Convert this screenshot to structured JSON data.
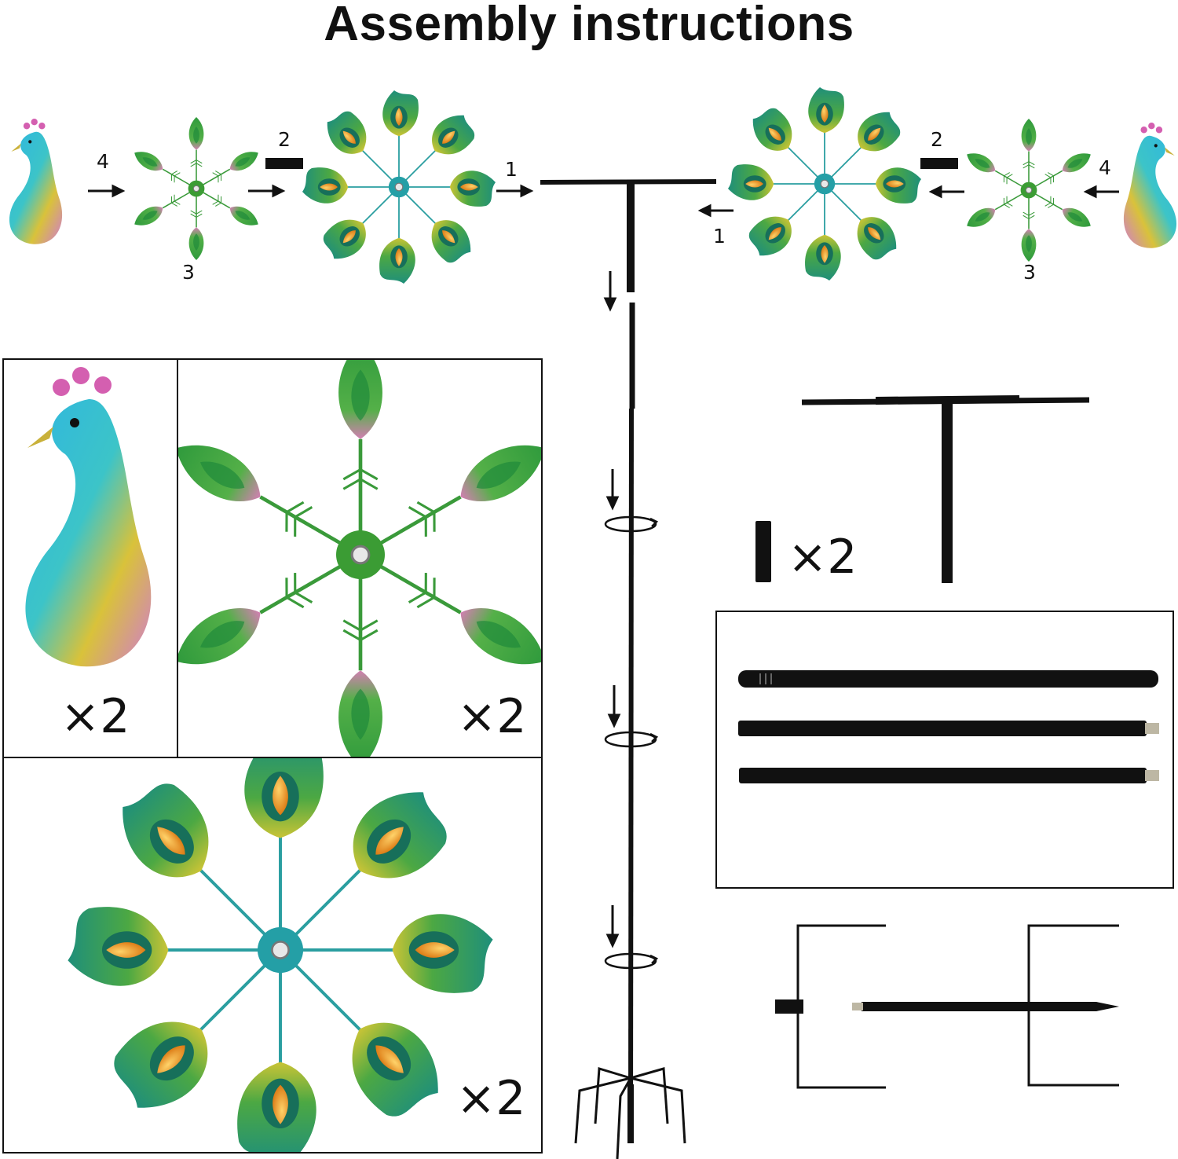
{
  "title": "Assembly instructions",
  "steps": {
    "left": [
      "4",
      "2",
      "1",
      "3"
    ],
    "right": [
      "2",
      "4",
      "1",
      "3"
    ]
  },
  "quantities": {
    "peacock_head": "×2",
    "small_spinner": "×2",
    "large_spinner": "×2",
    "spacer_tube": "×2"
  },
  "colors": {
    "feather_green": "#2e8b3a",
    "feather_teal": "#1f9c9a",
    "feather_yellow": "#b7c23a",
    "jewel_amber": "#e58c12",
    "petal_pink": "#d47ab0",
    "head_blue": "#2fa8d8",
    "metal_black": "#111111"
  },
  "icons": [
    "peacock-head-icon",
    "small-spinner-icon",
    "large-spinner-icon",
    "t-bar-icon",
    "spacer-tube-icon",
    "pole-icon",
    "ground-stake-icon",
    "arrow-icon",
    "rotate-icon"
  ]
}
